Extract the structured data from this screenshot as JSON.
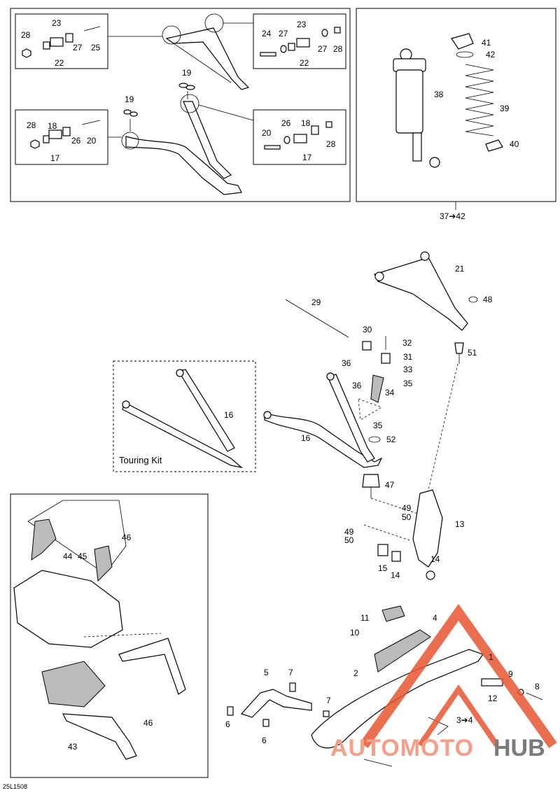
{
  "labels": {
    "l28a": "28",
    "l23a": "23",
    "l27a": "27",
    "l25": "25",
    "l22a": "22",
    "l24": "24",
    "l27b": "27",
    "l23b": "23",
    "l27c": "27",
    "l28b": "28",
    "l22b": "22",
    "l19a": "19",
    "l19b": "19",
    "l28c": "28",
    "l18a": "18",
    "l26a": "26",
    "l20a": "20",
    "l17a": "17",
    "l20b": "20",
    "l26b": "26",
    "l18b": "18",
    "l28d": "28",
    "l17b": "17",
    "l41": "41",
    "l42": "42",
    "l38": "38",
    "l39": "39",
    "l40": "40",
    "l3742": "37➔42",
    "l21": "21",
    "l48": "48",
    "l29": "29",
    "l30": "30",
    "l32": "32",
    "l36a": "36",
    "l31": "31",
    "l33": "33",
    "l36b": "36",
    "l35a": "35",
    "l34": "34",
    "l51": "51",
    "l16a": "16",
    "l35b": "35",
    "l16b": "16",
    "l52": "52",
    "l47": "47",
    "l49a": "49",
    "l50a": "50",
    "l13": "13",
    "l49b": "49",
    "l50b": "50",
    "l15": "15",
    "l14a": "14",
    "l14b": "14",
    "l46a": "46",
    "l44": "44",
    "l45": "45",
    "l46b": "46",
    "l43": "43",
    "l11": "11",
    "l4": "4",
    "l10": "10",
    "l1": "1",
    "l2": "2",
    "l9": "9",
    "l8": "8",
    "l12": "12",
    "l5": "5",
    "l7a": "7",
    "l7b": "7",
    "l6a": "6",
    "l6b": "6",
    "l34b": "3➔4"
  },
  "touring_kit": "Touring Kit",
  "reference_code": "25L1508",
  "watermark": {
    "part1": "AUTOMOTO",
    "part2": "HUB",
    "accent": "#e8552f",
    "gray": "#7a7a7a"
  }
}
